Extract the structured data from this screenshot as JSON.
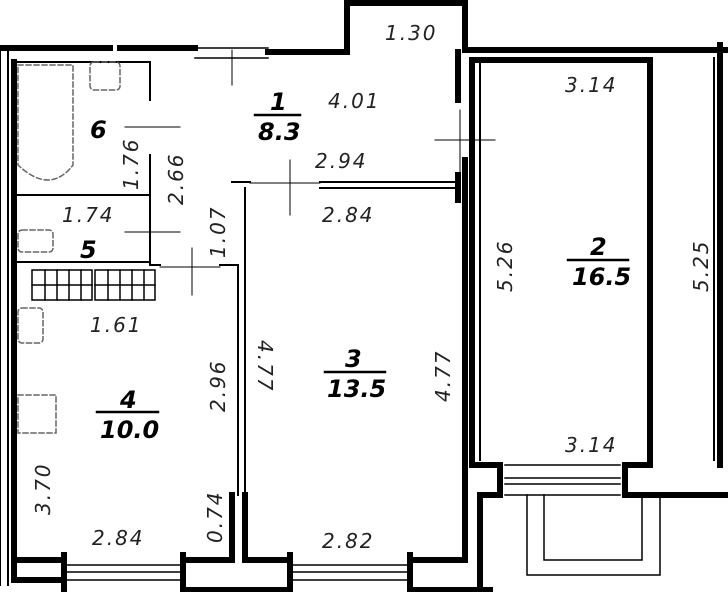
{
  "plan": {
    "type": "apartment floor plan",
    "rooms": [
      {
        "id": "1",
        "number": "1",
        "area": "8.3",
        "role": "hallway",
        "dims": [
          "4.01",
          "2.94",
          "2.66",
          "1.07",
          "1.30"
        ]
      },
      {
        "id": "2",
        "number": "2",
        "area": "16.5",
        "role": "bedroom",
        "dims": [
          "3.14",
          "5.26",
          "5.25",
          "3.14"
        ]
      },
      {
        "id": "3",
        "number": "3",
        "area": "13.5",
        "role": "living-room",
        "dims": [
          "2.84",
          "4.77",
          "4.77",
          "2.82"
        ]
      },
      {
        "id": "4",
        "number": "4",
        "area": "10.0",
        "role": "kitchen",
        "dims": [
          "1.61",
          "2.96",
          "3.70",
          "2.84",
          "0.74"
        ]
      },
      {
        "id": "5",
        "number": "5",
        "area": "",
        "role": "toilet",
        "dims": [
          "1.74"
        ]
      },
      {
        "id": "6",
        "number": "6",
        "area": "",
        "role": "bathroom",
        "dims": [
          "1.76"
        ]
      }
    ]
  },
  "labels": {
    "r1_num": "1",
    "r1_area": "8.3",
    "r1_w": "4.01",
    "r1_b": "2.94",
    "r1_top": "1.30",
    "r1_l": "2.66",
    "r1_c": "1.07",
    "r2_num": "2",
    "r2_area": "16.5",
    "r2_top": "3.14",
    "r2_bot": "3.14",
    "r2_l": "5.26",
    "r2_r": "5.25",
    "r3_num": "3",
    "r3_area": "13.5",
    "r3_top": "2.84",
    "r3_bot": "2.82",
    "r3_l": "4.77",
    "r3_r": "4.77",
    "r4_num": "4",
    "r4_area": "10.0",
    "r4_top": "1.61",
    "r4_r": "2.96",
    "r4_l": "3.70",
    "r4_bot": "2.84",
    "r4_br": "0.74",
    "r5_num": "5",
    "r5_w": "1.74",
    "r6_num": "6",
    "r6_h": "1.76"
  }
}
